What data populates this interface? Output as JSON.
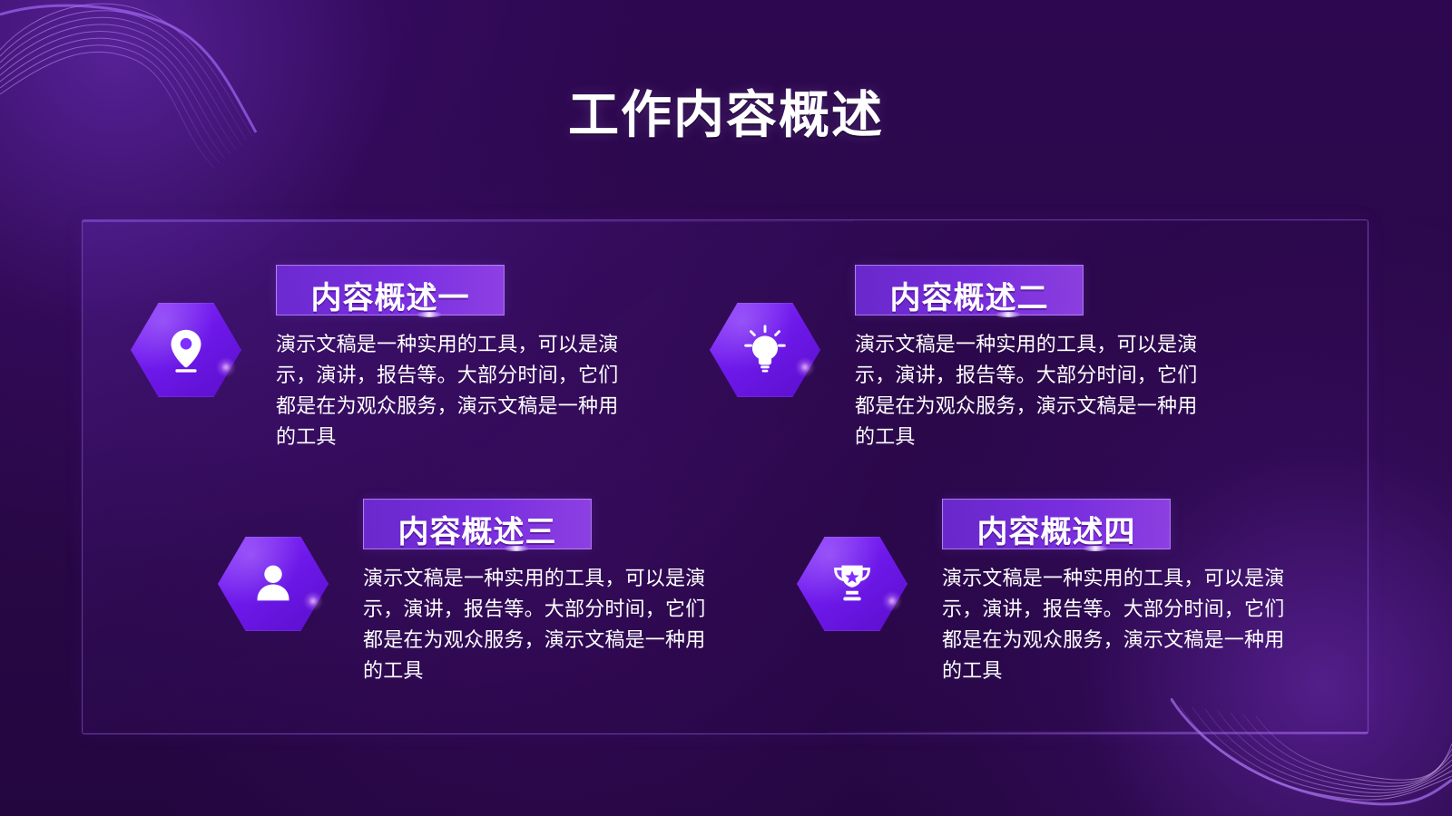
{
  "slide": {
    "title": "工作内容概述"
  },
  "cards": [
    {
      "tag": "内容概述一",
      "icon": "location-pin-icon",
      "description": "演示文稿是一种实用的工具，可以是演示，演讲，报告等。大部分时间，它们都是在为观众服务，演示文稿是一种用的工具"
    },
    {
      "tag": "内容概述二",
      "icon": "light-bulb-icon",
      "description": "演示文稿是一种实用的工具，可以是演示，演讲，报告等。大部分时间，它们都是在为观众服务，演示文稿是一种用的工具"
    },
    {
      "tag": "内容概述三",
      "icon": "user-icon",
      "description": "演示文稿是一种实用的工具，可以是演示，演讲，报告等。大部分时间，它们都是在为观众服务，演示文稿是一种用的工具"
    },
    {
      "tag": "内容概述四",
      "icon": "trophy-icon",
      "description": "演示文稿是一种实用的工具，可以是演示，演讲，报告等。大部分时间，它们都是在为观众服务，演示文稿是一种用的工具"
    }
  ],
  "colors": {
    "background": "#2a0a4a",
    "accent": "#7b2cff",
    "accent_light": "#a86bff",
    "text": "#ffffff"
  }
}
